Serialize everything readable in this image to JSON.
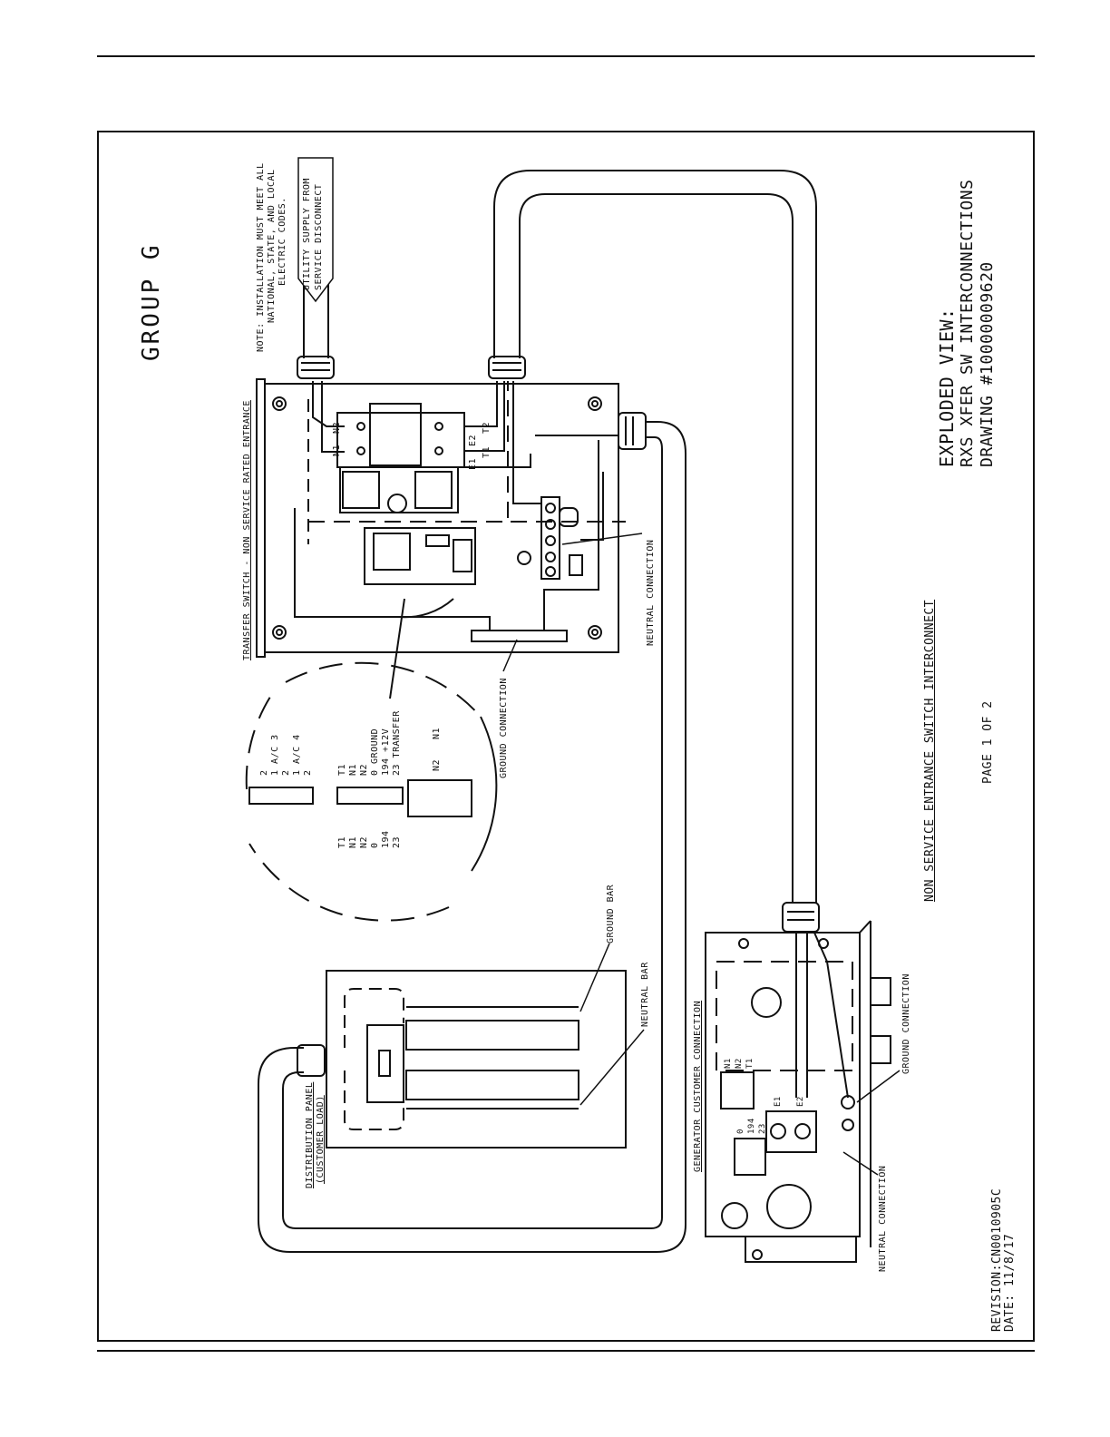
{
  "header": {
    "group": "GROUP G"
  },
  "notes": {
    "code_note": [
      "NOTE: INSTALLATION MUST MEET ALL",
      "NATIONAL, STATE, AND LOCAL",
      "ELECTRIC CODES."
    ],
    "utility": [
      "UTILITY SUPPLY FROM",
      "SERVICE DISCONNECT"
    ]
  },
  "transfer_switch": {
    "title": "TRANSFER SWITCH - NON SERVICE RATED ENTRANCE",
    "ground_connection": "GROUND CONNECTION",
    "neutral_connection": "NEUTRAL CONNECTION",
    "contactor_terms": [
      "N2",
      "N1",
      "T2",
      "E2",
      "T1",
      "E1"
    ]
  },
  "detail": {
    "top_block": [
      "2",
      "1 A/C 3",
      "2",
      "1 A/C 4",
      "2"
    ],
    "bottom_block": [
      "T1",
      "N1",
      "N2",
      "0 GROUND",
      "194 +12V",
      "23 TRANSFER"
    ],
    "wires": [
      "T1",
      "N1",
      "N2",
      "0",
      "194",
      "23"
    ],
    "corner": [
      "N2",
      "N1"
    ]
  },
  "distribution_panel": {
    "title": [
      "DISTRIBUTION PANEL",
      "(CUSTOMER LOAD)"
    ],
    "ground_bar": "GROUND BAR",
    "neutral_bar": "NEUTRAL BAR"
  },
  "generator": {
    "title": "GENERATOR CUSTOMER CONNECTION",
    "ground_connection": "GROUND CONNECTION",
    "neutral_connection": "NEUTRAL CONNECTION",
    "wires_top": [
      "N1",
      "N2",
      "T1"
    ],
    "wires_bottom": [
      "0",
      "194",
      "23"
    ],
    "terms": [
      "E1",
      "E2"
    ]
  },
  "center_title": "NON SERVICE ENTRANCE SWITCH INTERCONNECT",
  "page": "PAGE 1 OF 2",
  "title_block": [
    "EXPLODED VIEW:",
    "RXS XFER SW INTERCONNECTIONS",
    "DRAWING #10000009620"
  ],
  "revision": [
    "REVISION:CN0010905C",
    "DATE: 11/8/17"
  ]
}
